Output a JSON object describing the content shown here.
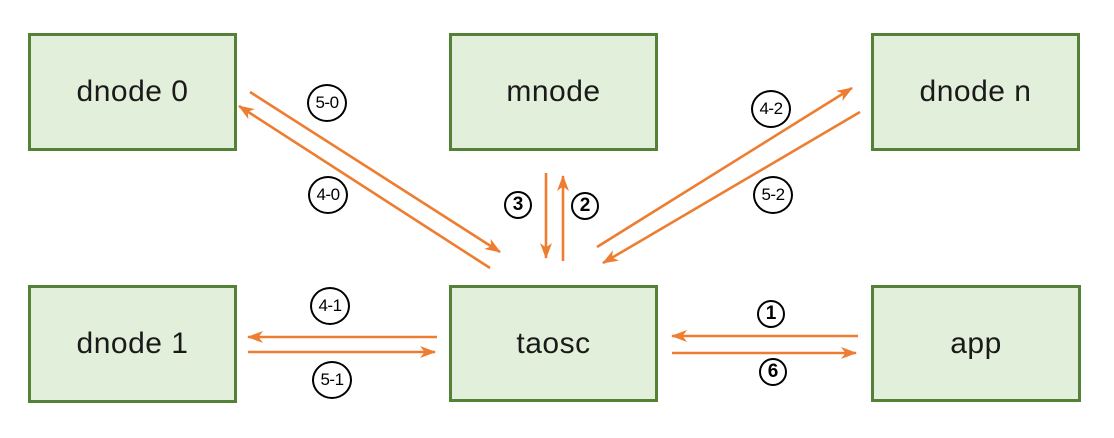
{
  "diagram": {
    "nodes": [
      {
        "id": "dnode0",
        "label": "dnode 0"
      },
      {
        "id": "mnode",
        "label": "mnode"
      },
      {
        "id": "dnoden",
        "label": "dnode n"
      },
      {
        "id": "dnode1",
        "label": "dnode 1"
      },
      {
        "id": "taosc",
        "label": "taosc"
      },
      {
        "id": "app",
        "label": "app"
      }
    ],
    "edges": [
      {
        "label": "5-0",
        "from": "dnode 0",
        "to": "taosc"
      },
      {
        "label": "4-0",
        "from": "taosc",
        "to": "dnode 0"
      },
      {
        "label": "3",
        "from": "mnode",
        "to": "taosc"
      },
      {
        "label": "2",
        "from": "taosc",
        "to": "mnode"
      },
      {
        "label": "4-2",
        "from": "taosc",
        "to": "dnode n"
      },
      {
        "label": "5-2",
        "from": "dnode n",
        "to": "taosc"
      },
      {
        "label": "4-1",
        "from": "taosc",
        "to": "dnode 1"
      },
      {
        "label": "5-1",
        "from": "dnode 1",
        "to": "taosc"
      },
      {
        "label": "1",
        "from": "app",
        "to": "taosc"
      },
      {
        "label": "6",
        "from": "taosc",
        "to": "app"
      }
    ],
    "colors": {
      "arrow": "#ED7D31",
      "box_fill": "#E2EFDA",
      "box_border": "#538135",
      "label_circle_border": "#000000",
      "text": "#000000",
      "background": "#FFFFFF"
    }
  }
}
